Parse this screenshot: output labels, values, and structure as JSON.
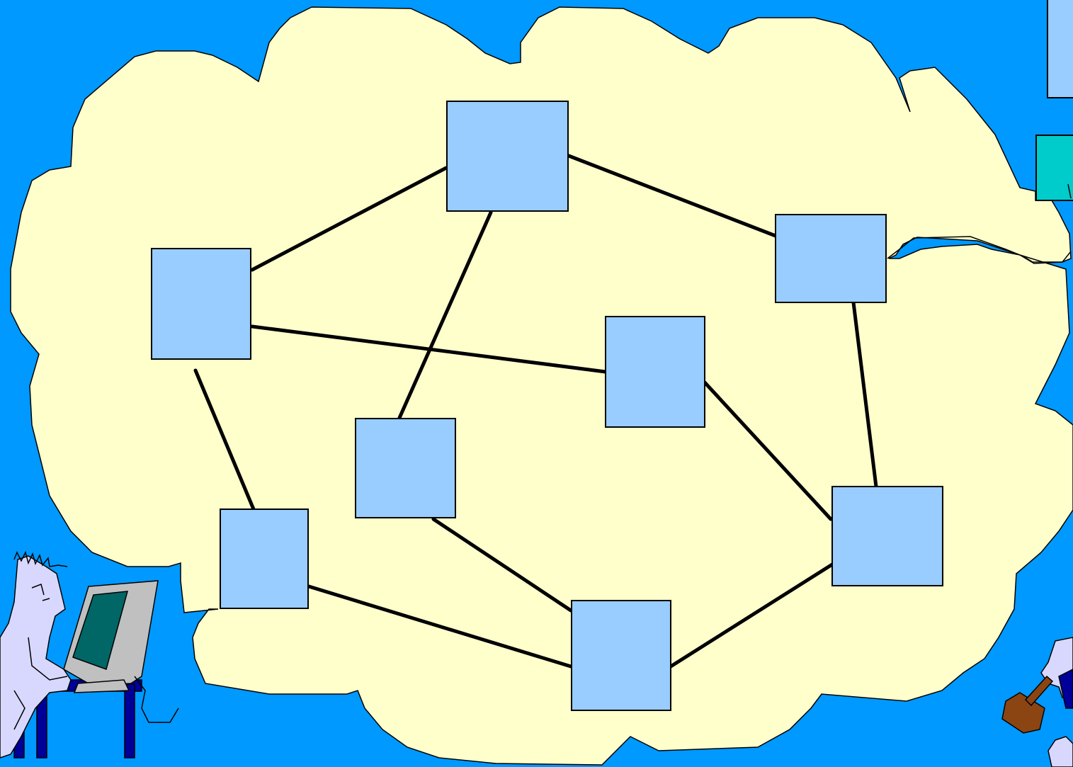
{
  "colors": {
    "background": "#0099FF",
    "cloud_fill": "#FFFFCC",
    "outline": "#000000",
    "node_fill": "#99CCFF",
    "accent_node_fill": "#00CCCC",
    "monitor_screen": "#006666",
    "monitor_body": "#C0C0C0",
    "desk": "#000099",
    "person_skin": "#D8D8FF",
    "hammer_wood": "#8B4513"
  },
  "network": {
    "nodes": [
      {
        "id": "n1"
      },
      {
        "id": "n2"
      },
      {
        "id": "n3"
      },
      {
        "id": "n4"
      },
      {
        "id": "n5"
      },
      {
        "id": "n6"
      },
      {
        "id": "n7"
      },
      {
        "id": "n8"
      },
      {
        "id": "n9"
      }
    ],
    "links": [
      [
        "n1",
        "n2"
      ],
      [
        "n1",
        "n3"
      ],
      [
        "n2",
        "n5"
      ],
      [
        "n3",
        "n4"
      ],
      [
        "n3",
        "n9"
      ],
      [
        "n2",
        "n6"
      ],
      [
        "n4",
        "n6"
      ],
      [
        "n4",
        "n7"
      ],
      [
        "n6",
        "n8"
      ],
      [
        "n5",
        "n8"
      ],
      [
        "n8",
        "n9"
      ]
    ]
  },
  "icons": {
    "user": "person-at-computer-icon",
    "hacker": "person-with-hammer-icon"
  }
}
